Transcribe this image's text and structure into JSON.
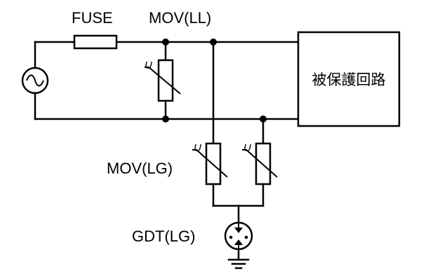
{
  "labels": {
    "fuse": "FUSE",
    "mov_ll": "MOV(LL)",
    "mov_lg": "MOV(LG)",
    "gdt_lg": "GDT(LG)",
    "protected_circuit": "被保護回路",
    "varistor_symbol": "U"
  },
  "icons": {
    "ac_source": "ac-source-icon",
    "ground": "ground-icon"
  }
}
